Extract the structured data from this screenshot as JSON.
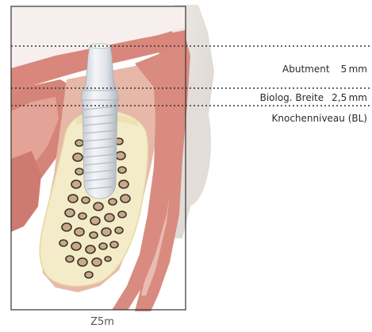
{
  "labels": {
    "abutment": {
      "name": "Abutment",
      "value": "5 mm"
    },
    "biologic_width": {
      "name": "Biolog. Breite",
      "value": "2,5 mm"
    },
    "bone_level": {
      "name": "Knochenniveau (BL)"
    }
  },
  "caption": "Z5m",
  "colors": {
    "gum": "#d8897e",
    "gum_dark": "#c96f66",
    "gum_light": "#eab3a9",
    "bone": "#f3ebc7",
    "bone_edge": "#e8d9a6",
    "marrow": "#c9a98c",
    "marrow_stroke": "#3a3328",
    "implant": "#dfe3e8",
    "implant_shade": "#b9c0c9",
    "tooth": "#e4e0dc",
    "frame": "#333333",
    "guide_line": "#333333"
  }
}
